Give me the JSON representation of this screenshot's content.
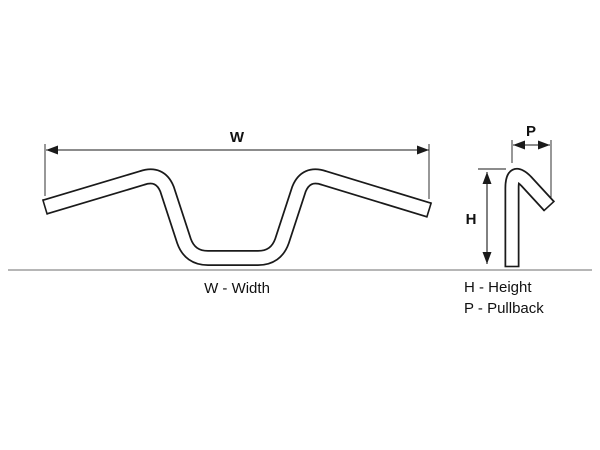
{
  "diagram": {
    "title": "handlebar-dimension-diagram",
    "dimension_labels": {
      "w": "W",
      "h": "H",
      "p": "P"
    },
    "legend": {
      "width": "W - Width",
      "height": "H - Height",
      "pullback": "P - Pullback"
    },
    "colors": {
      "line": "#1a1a1a",
      "baseline": "#8a8a8a",
      "background": "#ffffff"
    }
  }
}
